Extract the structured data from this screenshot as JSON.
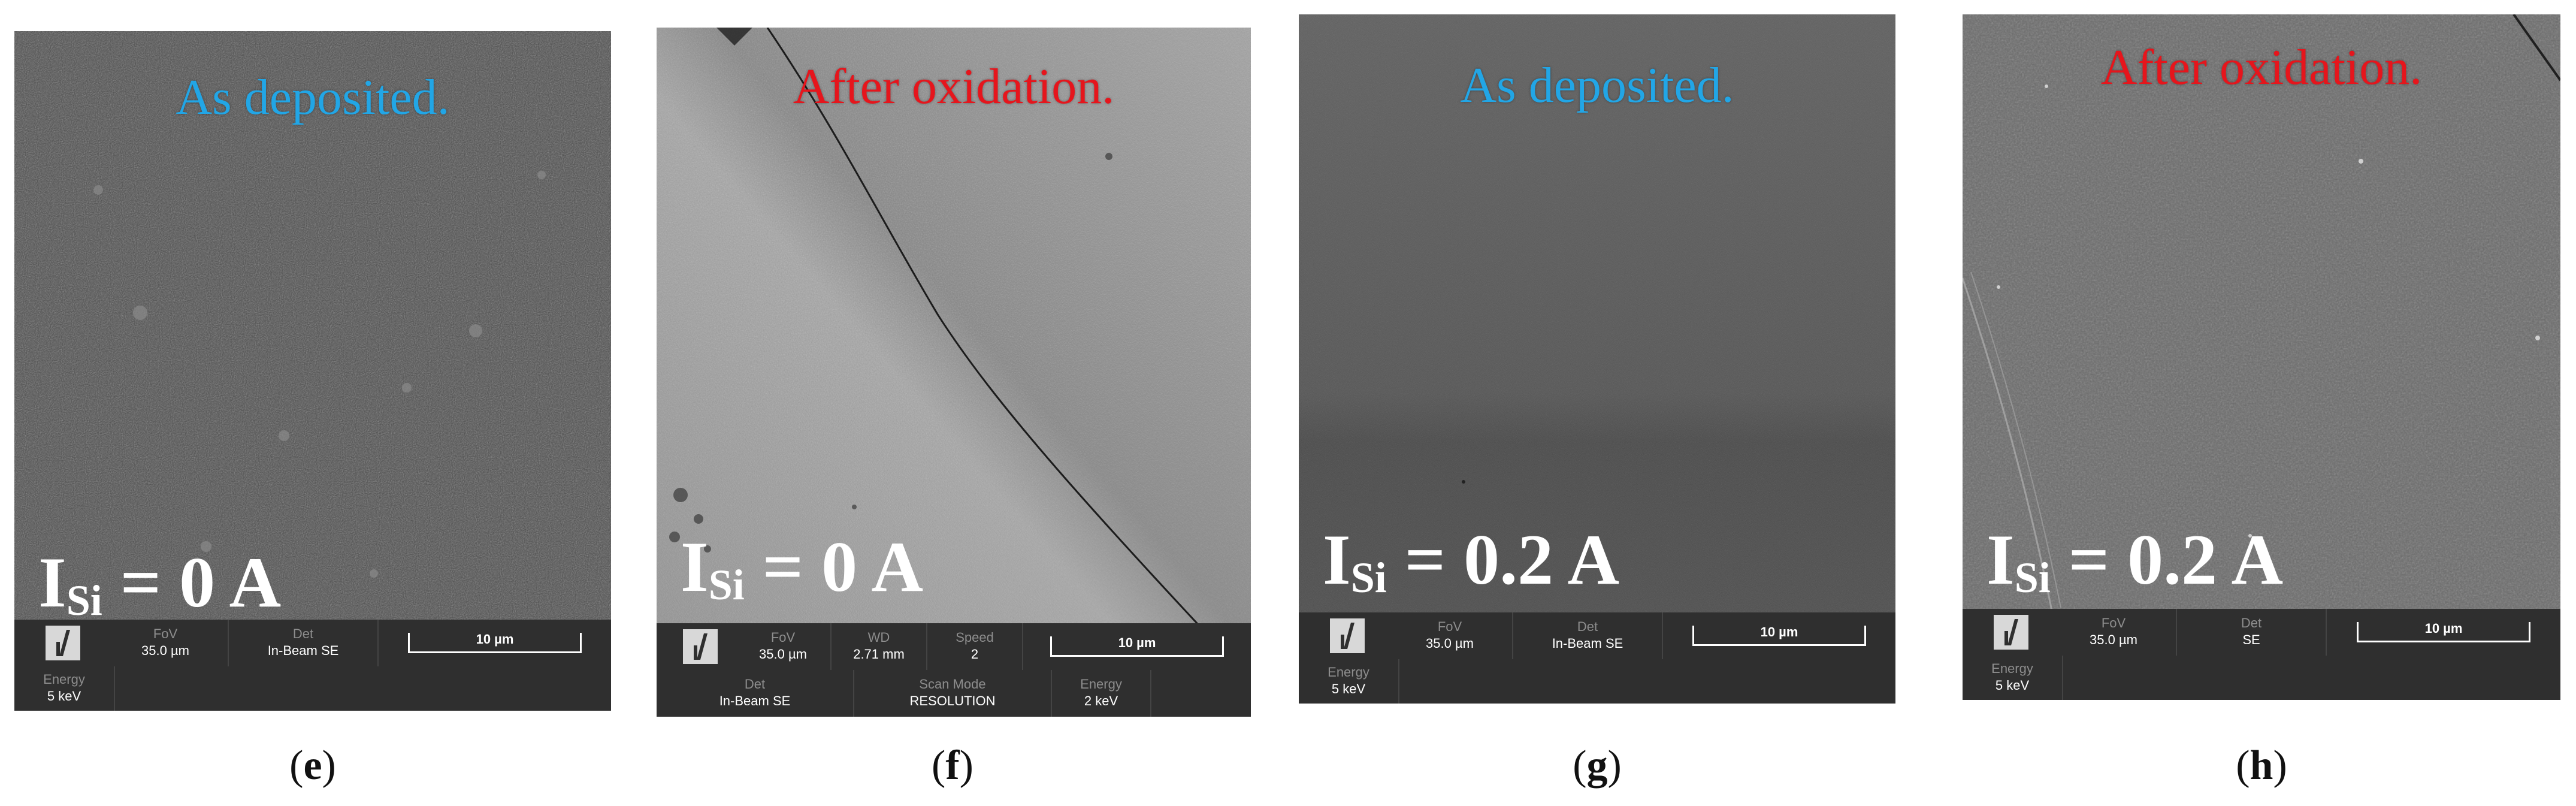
{
  "panels": [
    {
      "id": "e",
      "status": "As deposited.",
      "status_color": "#22a6e6",
      "current": {
        "symbol": "I",
        "subscript": "Si",
        "value": "= 0 A"
      },
      "databar": {
        "fov_label": "FoV",
        "fov": "35.0 µm",
        "det_label": "Det",
        "det": "In-Beam SE",
        "energy_label": "Energy",
        "energy": "5 keV",
        "scale": "10 µm"
      },
      "caption": "e"
    },
    {
      "id": "f",
      "status": "After oxidation.",
      "status_color": "#e6151c",
      "current": {
        "symbol": "I",
        "subscript": "Si",
        "value": "= 0 A"
      },
      "databar": {
        "fov_label": "FoV",
        "fov": "35.0 µm",
        "wd_label": "WD",
        "wd": "2.71 mm",
        "speed_label": "Speed",
        "speed": "2",
        "det_label": "Det",
        "det": "In-Beam SE",
        "scan_label": "Scan Mode",
        "scan": "RESOLUTION",
        "energy_label": "Energy",
        "energy": "2 keV",
        "scale": "10 µm"
      },
      "caption": "f"
    },
    {
      "id": "g",
      "status": "As deposited.",
      "status_color": "#22a6e6",
      "current": {
        "symbol": "I",
        "subscript": "Si",
        "value": "= 0.2 A"
      },
      "databar": {
        "fov_label": "FoV",
        "fov": "35.0 µm",
        "det_label": "Det",
        "det": "In-Beam SE",
        "energy_label": "Energy",
        "energy": "5 keV",
        "scale": "10 µm"
      },
      "caption": "g"
    },
    {
      "id": "h",
      "status": "After oxidation.",
      "status_color": "#e6151c",
      "current": {
        "symbol": "I",
        "subscript": "Si",
        "value": "= 0.2 A"
      },
      "databar": {
        "fov_label": "FoV",
        "fov": "35.0 µm",
        "det_label": "Det",
        "det": "SE",
        "energy_label": "Energy",
        "energy": "5 keV",
        "scale": "10 µm"
      },
      "caption": "h"
    }
  ]
}
